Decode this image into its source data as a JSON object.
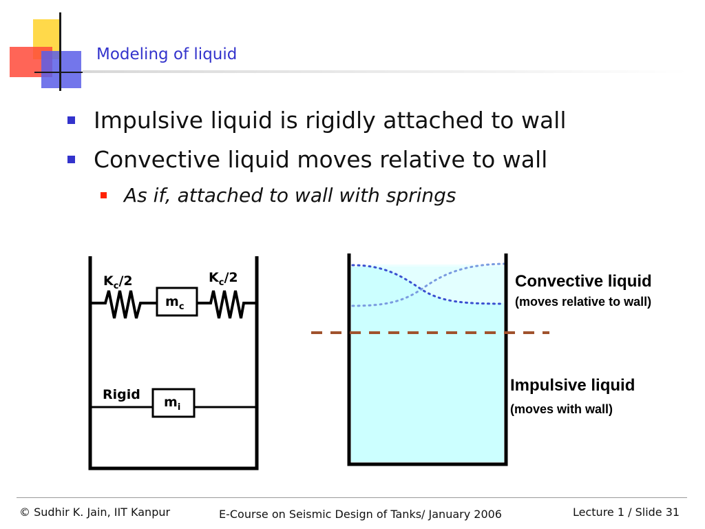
{
  "slide": {
    "title": "Modeling of liquid",
    "bullets": [
      "Impulsive liquid is rigidly attached to wall",
      "Convective liquid moves relative to wall"
    ],
    "sub_bullet": "As if, attached to wall with springs"
  },
  "diagram": {
    "spring_label_left": {
      "base": "K",
      "sub": "c",
      "tail": "/2"
    },
    "spring_label_right": {
      "base": "K",
      "sub": "c",
      "tail": "/2"
    },
    "convective_mass": {
      "base": "m",
      "sub": "c"
    },
    "impulsive_mass": {
      "base": "m",
      "sub": "i"
    },
    "rigid_label": "Rigid",
    "convective_title": "Convective liquid",
    "convective_note": "(moves relative to wall)",
    "impulsive_title": "Impulsive liquid",
    "impulsive_note": "(moves with wall)"
  },
  "footer": {
    "author": "Sudhir K. Jain, IIT Kanpur",
    "copyright_symbol": "©",
    "course": "E-Course on Seismic Design of Tanks/ January 2006",
    "slide_number": "Lecture 1 / Slide 31"
  },
  "colors": {
    "title": "#3333cc",
    "bullet_primary": "#3333cc",
    "bullet_secondary": "#ff2200",
    "liquid_fill": "#ccffff",
    "wave_curve": "#3a4fd0",
    "separator_dash": "#a0522d"
  }
}
